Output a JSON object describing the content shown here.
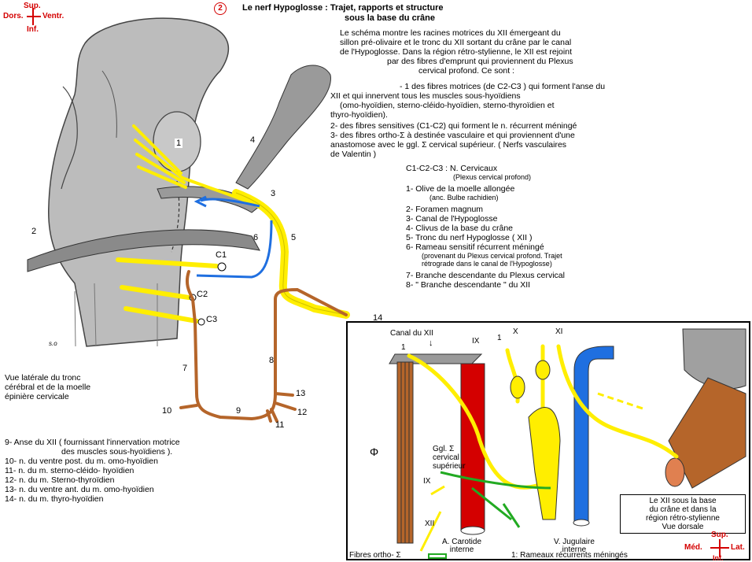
{
  "orientation_main": {
    "sup": "Sup.",
    "dors": "Dors.",
    "ventr": "Ventr.",
    "inf": "Inf."
  },
  "header": {
    "number": "2",
    "title_line1": "Le nerf Hypoglosse : Trajet, rapports et structure",
    "title_line2": "sous la base du crâne"
  },
  "intro": {
    "lines": [
      "Le schéma montre les racines motrices du XII émergeant du",
      "sillon pré-olivaire et le tronc du XII sortant du  crâne  par le canal",
      "de  l'Hypoglosse. Dans la région rétro-stylienne, le XII est rejoint",
      "par des fibres d'emprunt qui proviennent du  Plexus",
      "cervical profond. Ce sont :"
    ],
    "item1_lines": [
      "- 1 des fibres motrices (de C2-C3 ) qui forment l'anse du",
      "XII et qui innervent tous les muscles sous-hyoïdiens",
      "(omo-hyoïdien, sterno-cléido-hyoïdien, sterno-thyroïdien et",
      "thyro-hyoïdien)."
    ],
    "item2": "2- des fibres sensitives (C1-C2) qui forment le n. récurrent méningé",
    "item3_lines": [
      "3- des fibres ortho-Σ  à destinée vasculaire et qui proviennent d'une",
      "anastomose avec le ggl. Σ  cervical supérieur. ( Nerfs vasculaires",
      "de Valentin )"
    ]
  },
  "legend_main": {
    "c_line1": "C1-C2-C3 : N. Cervicaux",
    "c_line2": "(Plexus cervical  profond)",
    "item1": "1- Olive de la moelle allongée",
    "item1b": "(anc. Bulbe rachidien)",
    "item2": "2- Foramen magnum",
    "item3": "3- Canal de l'Hypoglosse",
    "item4": "4- Clivus de la base du crâne",
    "item5": "5- Tronc du nerf  Hypoglosse  ( XII )",
    "item6": "6- Rameau sensitif récurrent méningé",
    "item6b": "(provenant du Plexus cervical profond. Trajet",
    "item6c": "rétrograde dans le canal de l'Hypoglosse)",
    "item7": "7- Branche descendante du Plexus cervical",
    "item8": "8- \" Branche descendante \" du XII"
  },
  "diagram_labels": {
    "n1": "1",
    "n2": "2",
    "n3": "3",
    "n4": "4",
    "n5": "5",
    "n6": "6",
    "n7": "7",
    "n8": "8",
    "n9": "9",
    "n10": "10",
    "n11": "11",
    "n12": "12",
    "n13": "13",
    "n14": "14",
    "c1": "C1",
    "c2": "C2",
    "c3": "C3",
    "signature": "s.o"
  },
  "lateral_view": {
    "lines": [
      "Vue latérale du tronc",
      "cérébral et de la moelle",
      "épinière cervicale"
    ]
  },
  "bottom_legend": {
    "item9": "9- Anse du XII ( fournissant l'innervation motrice",
    "item9b": "des muscles sous-hyoïdiens ).",
    "item10": "10- n. du ventre post. du m. omo-hyoïdien",
    "item11": "11- n. du m. sterno-cléido- hyoïdien",
    "item12": "12- n. du m. Sterno-thyroïdien",
    "item13": "13- n. du ventre ant. du m. omo-hyoïdien",
    "item14": "14- n. du m. thyro-hyoïdien"
  },
  "inset": {
    "canal": "Canal du XII",
    "arrow_down": "↓",
    "n1a": "1",
    "n1b": "1",
    "ix_top": "IX",
    "x_top": "X",
    "xi_top": "XI",
    "phi": "Φ",
    "ggl_line1": "Ggl. Σ",
    "ggl_line2": "cervical",
    "ggl_line3": "supérieur",
    "ix_bottom": "IX",
    "xii": "XII",
    "carotide_line1": "A. Carotide",
    "carotide_line2": "interne",
    "jugulaire_line1": "V. Jugulaire",
    "jugulaire_line2": "interne",
    "fibres": "Fibres ortho- Σ",
    "rameaux": "1: Rameaux récurrents méningés",
    "box_line1": "Le XII sous la base",
    "box_line2": "du crâne et dans la",
    "box_line3": "région rétro-stylienne",
    "box_line4": "Vue dorsale",
    "or_sup": "Sup.",
    "or_med": "Méd.",
    "or_lat": "Lat.",
    "or_inf": "Inf."
  },
  "colors": {
    "red": "#d40000",
    "yellow": "#ffee00",
    "blue": "#1f6fe0",
    "brown": "#b5652a",
    "green": "#22aa22",
    "gray": "#8a8a8a"
  }
}
